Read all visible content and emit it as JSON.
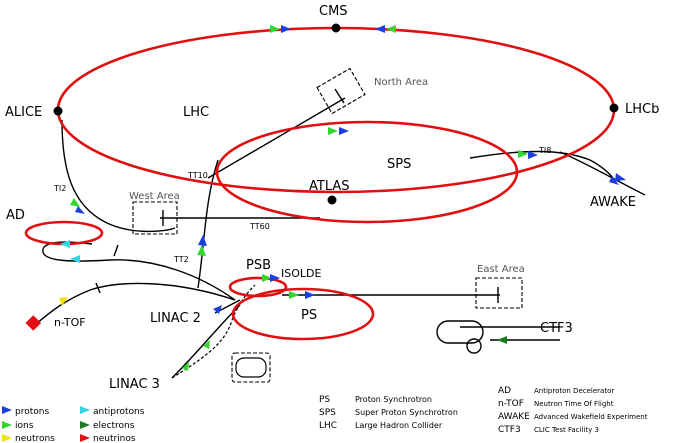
{
  "machines": {
    "lhc": "LHC",
    "sps": "SPS",
    "ps": "PS",
    "psb": "PSB",
    "ad": "AD",
    "linac2": "LINAC 2",
    "linac3": "LINAC 3",
    "ctf3": "CTF3",
    "awake": "AWAKE",
    "isolde": "ISOLDE",
    "ntof": "n-TOF"
  },
  "experiments": {
    "cms": "CMS",
    "alice": "ALICE",
    "lhcb": "LHCb",
    "atlas": "ATLAS"
  },
  "areas": {
    "north": "North Area",
    "west": "West Area",
    "east": "East Area"
  },
  "transfer_lines": {
    "ti2": "TI2",
    "ti8": "TI8",
    "tt10": "TT10",
    "tt60": "TT60",
    "tt2": "TT2"
  },
  "particle_legend": [
    {
      "label": "protons",
      "color": "#1a3fe0"
    },
    {
      "label": "ions",
      "color": "#33d62e"
    },
    {
      "label": "neutrons",
      "color": "#f0e10b"
    },
    {
      "label": "antiprotons",
      "color": "#33d3e6"
    },
    {
      "label": "electrons",
      "color": "#1e7a1e"
    },
    {
      "label": "neutrinos",
      "color": "#e01010"
    }
  ],
  "abbreviations_1": [
    {
      "abbr": "PS",
      "full": "Proton Synchrotron"
    },
    {
      "abbr": "SPS",
      "full": "Super Proton Synchrotron"
    },
    {
      "abbr": "LHC",
      "full": "Large Hadron Collider"
    }
  ],
  "abbreviations_2": [
    {
      "abbr": "AD",
      "full": "Antiproton Decelerator"
    },
    {
      "abbr": "n-TOF",
      "full": "Neutron Time Of Flight"
    },
    {
      "abbr": "AWAKE",
      "full": "Advanced Wakefield Experiment"
    },
    {
      "abbr": "CTF3",
      "full": "CLIC Test Facility 3"
    }
  ],
  "colors": {
    "ring": "#e01010",
    "line": "#000000",
    "area_border": "#000000"
  }
}
